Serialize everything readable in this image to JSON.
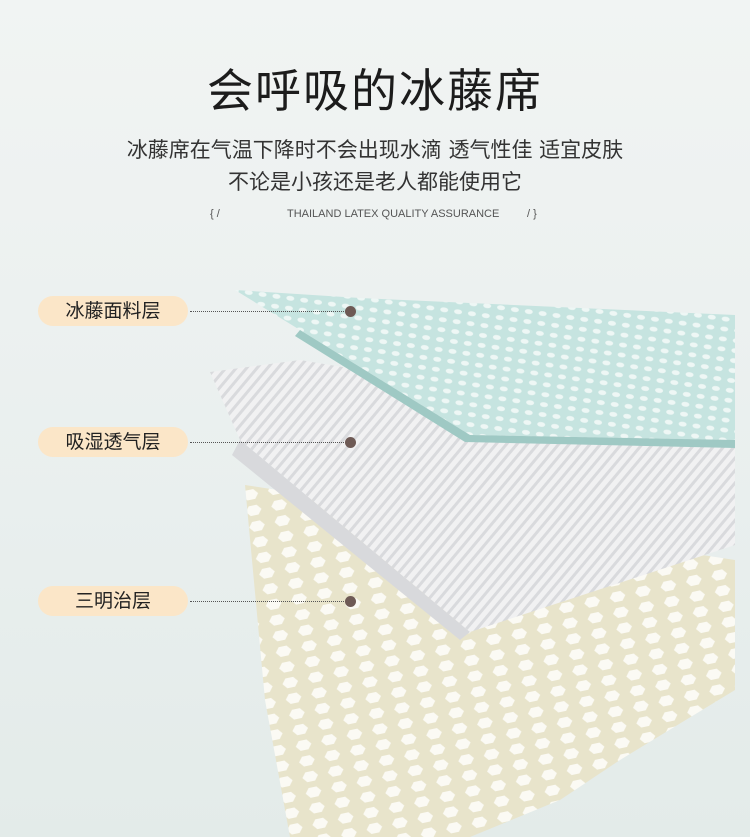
{
  "header": {
    "title": "会呼吸的冰藤席",
    "subtitle_line1": "冰藤席在气温下降时不会出现水滴 透气性佳 适宜皮肤",
    "subtitle_line2": "不论是小孩还是老人都能使用它",
    "tagline_left": "{   /",
    "tagline": "THAILAND LATEX QUALITY ASSURANCE",
    "tagline_right": "/   }"
  },
  "layers": [
    {
      "label": "冰藤面料层"
    },
    {
      "label": "吸湿透气层"
    },
    {
      "label": "三明治层"
    }
  ],
  "colors": {
    "pill": "#fbe6c8",
    "mesh": "#bfe0dc",
    "fiber": "#f4f4f4",
    "sandwich": "#e9e6cf",
    "dot": "#6e5a55"
  }
}
